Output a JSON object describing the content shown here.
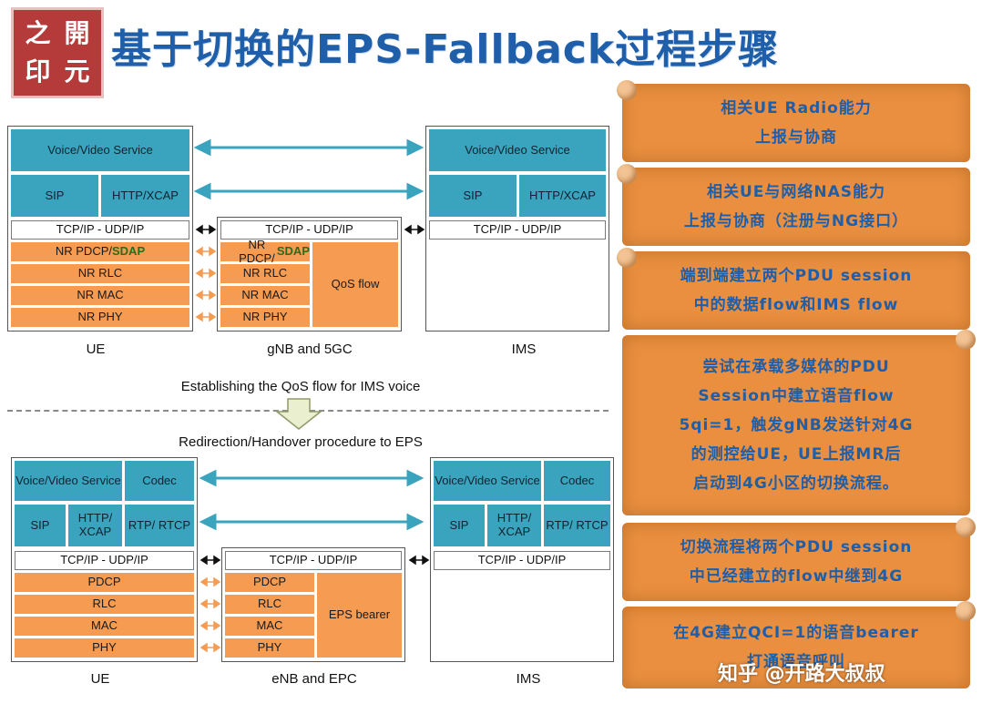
{
  "logo": {
    "chars": [
      "之",
      "開",
      "印",
      "元"
    ]
  },
  "title": "基于切换的EPS-Fallback过程步骤",
  "top_diagram": {
    "ue_stack": {
      "voice": "Voice/Video Service",
      "sip": "SIP",
      "http": "HTTP/XCAP",
      "tcp": "TCP/IP - UDP/IP",
      "pdcp": "NR PDCP/",
      "sdap": "SDAP",
      "rlc": "NR RLC",
      "mac": "NR MAC",
      "phy": "NR PHY"
    },
    "gnb_stack": {
      "tcp": "TCP/IP - UDP/IP",
      "pdcp": "NR PDCP/",
      "sdap": "SDAP",
      "rlc": "NR RLC",
      "mac": "NR MAC",
      "phy": "NR PHY",
      "qos": "QoS flow"
    },
    "ims_stack": {
      "voice": "Voice/Video Service",
      "sip": "SIP",
      "http": "HTTP/XCAP",
      "tcp": "TCP/IP - UDP/IP"
    },
    "labels": {
      "ue": "UE",
      "gnb": "gNB and 5GC",
      "ims": "IMS"
    },
    "caption": "Establishing the QoS flow for IMS voice"
  },
  "bottom_diagram": {
    "caption": "Redirection/Handover procedure to EPS",
    "ue_stack": {
      "voice": "Voice/Video Service",
      "codec": "Codec",
      "sip": "SIP",
      "http": "HTTP/ XCAP",
      "rtp": "RTP/ RTCP",
      "tcp": "TCP/IP - UDP/IP",
      "pdcp": "PDCP",
      "rlc": "RLC",
      "mac": "MAC",
      "phy": "PHY"
    },
    "enb_stack": {
      "tcp": "TCP/IP - UDP/IP",
      "pdcp": "PDCP",
      "rlc": "RLC",
      "mac": "MAC",
      "phy": "PHY",
      "bearer": "EPS bearer"
    },
    "ims_stack": {
      "voice": "Voice/Video Service",
      "codec": "Codec",
      "sip": "SIP",
      "http": "HTTP/ XCAP",
      "rtp": "RTP/ RTCP",
      "tcp": "TCP/IP - UDP/IP"
    },
    "labels": {
      "ue": "UE",
      "enb": "eNB and EPC",
      "ims": "IMS"
    }
  },
  "steps": [
    {
      "lines": [
        "相关UE Radio能力",
        "上报与协商"
      ]
    },
    {
      "lines": [
        "相关UE与网络NAS能力",
        "上报与协商（注册与NG接口）"
      ]
    },
    {
      "lines": [
        "端到端建立两个PDU session",
        "中的数据flow和IMS flow"
      ]
    },
    {
      "lines": [
        "尝试在承载多媒体的PDU",
        "Session中建立语音flow",
        "5qi=1，触发gNB发送针对4G",
        "的测控给UE，UE上报MR后",
        "启动到4G小区的切换流程。"
      ]
    },
    {
      "lines": [
        "切换流程将两个PDU session",
        "中已经建立的flow中继到4G"
      ]
    },
    {
      "lines": [
        "在4G建立QCI=1的语音bearer",
        "打通语音呼叫"
      ]
    }
  ],
  "watermark": "知乎 @开路大叔叔",
  "colors": {
    "teal": "#3aa3bd",
    "orange": "#f59b52",
    "arrow": "#3aa3bd",
    "title": "#1f5ea9",
    "banner": "#e98f3f"
  }
}
